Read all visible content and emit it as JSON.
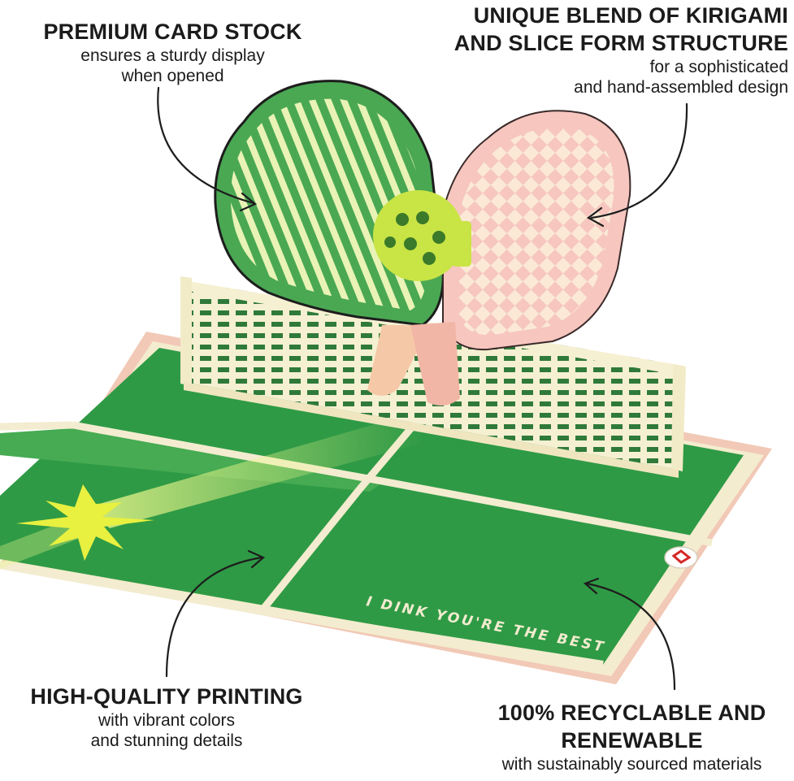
{
  "features": {
    "card_stock": {
      "title": "PREMIUM CARD STOCK",
      "subtitle": [
        "ensures a sturdy display",
        "when opened"
      ]
    },
    "kirigami": {
      "title": [
        "UNIQUE BLEND OF KIRIGAMI",
        "AND SLICE FORM STRUCTURE"
      ],
      "subtitle": [
        "for a sophisticated",
        "and hand-assembled design"
      ]
    },
    "printing": {
      "title": "HIGH-QUALITY PRINTING",
      "subtitle": [
        "with vibrant colors",
        "and stunning details"
      ]
    },
    "recyclable": {
      "title": [
        "100% RECYCLABLE AND",
        "RENEWABLE"
      ],
      "subtitle": [
        "with sustainably sourced materials"
      ]
    }
  },
  "card": {
    "message": "I DINK YOU'RE THE BEST"
  },
  "colors": {
    "court": "#2f9a45",
    "court_light": "#4fb559",
    "line": "#f3ecd0",
    "border": "#f1c9b6",
    "net": "#f6f0d2",
    "green_paddle": "#4aa853",
    "pink_paddle": "#f6c6bf",
    "ball": "#c9e445"
  }
}
